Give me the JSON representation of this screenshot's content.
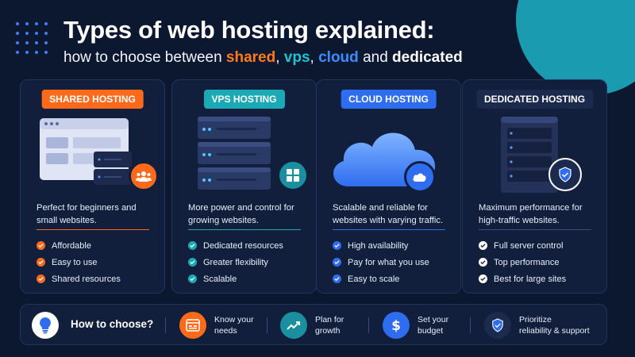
{
  "header": {
    "title": "Types of web hosting explained:",
    "subtitle_prefix": "how to choose between",
    "subtitle_shared": "shared",
    "subtitle_sep1": ",",
    "subtitle_vps": "vps",
    "subtitle_sep2": ",",
    "subtitle_cloud": "cloud",
    "subtitle_and": "and",
    "subtitle_dedicated": "dedicated"
  },
  "cards": [
    {
      "badge": "SHARED HOSTING",
      "accent": "#ff6a1a",
      "description": "Perfect for beginners and small websites.",
      "features": [
        "Affordable",
        "Easy to use",
        "Shared resources"
      ],
      "icon": "users-icon"
    },
    {
      "badge": "VPS HOSTING",
      "accent": "#1aa9b5",
      "description": "More power and control for growing websites.",
      "features": [
        "Dedicated resources",
        "Greater flexibility",
        "Scalable"
      ],
      "icon": "grid-icon"
    },
    {
      "badge": "CLOUD HOSTING",
      "accent": "#2f6df0",
      "description": "Scalable and reliable for websites with varying traffic.",
      "features": [
        "High availability",
        "Pay for what you use",
        "Easy to scale"
      ],
      "icon": "cloud-icon"
    },
    {
      "badge": "DEDICATED HOSTING",
      "accent": "#1c2a4e",
      "description": "Maximum performance for high-traffic websites.",
      "features": [
        "Full server control",
        "Top performance",
        "Best for large sites"
      ],
      "icon": "shield-icon"
    }
  ],
  "bottom": {
    "heading": "How to choose?",
    "steps": [
      {
        "line1": "Know your",
        "line2": "needs",
        "icon": "browser-icon",
        "color": "#ff6a1a"
      },
      {
        "line1": "Plan for",
        "line2": "growth",
        "icon": "trend-chart-icon",
        "color": "#1a8fa0"
      },
      {
        "line1": "Set your",
        "line2": "budget",
        "icon": "dollar-icon",
        "color": "#2f6df0"
      },
      {
        "line1": "Prioritize",
        "line2": "reliability & support",
        "icon": "shield-icon",
        "color": "#1c2a4e"
      }
    ]
  }
}
